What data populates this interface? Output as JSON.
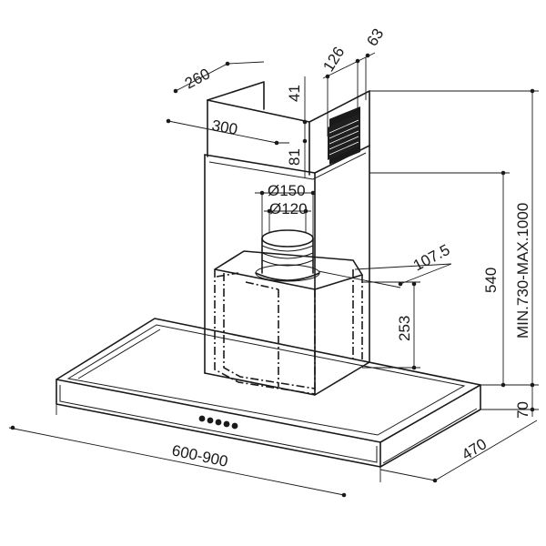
{
  "dimensions": {
    "chimney_depth": "260",
    "chimney_width": "300",
    "bracket_height": "41",
    "bracket_lower": "81",
    "vent_width": "126",
    "vent_offset": "63",
    "duct_outer": "Ø150",
    "duct_inner": "Ø120",
    "flange_offset": "107.5",
    "chimney_height": "540",
    "overall_height": "MIN.730-MAX.1000",
    "motor_height": "253",
    "canopy_height": "70",
    "canopy_width": "600-900",
    "canopy_depth": "470"
  }
}
